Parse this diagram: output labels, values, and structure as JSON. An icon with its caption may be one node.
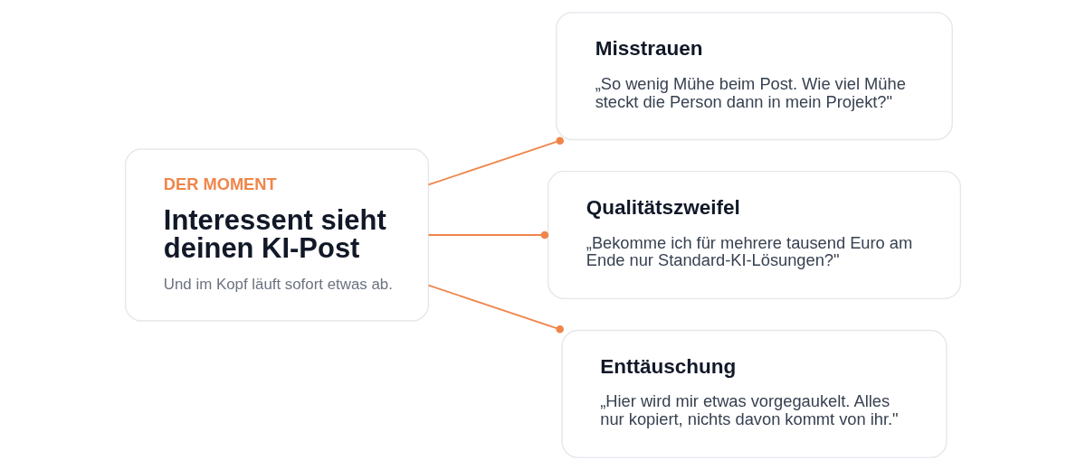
{
  "diagram": {
    "nodes": [
      {
        "text": [
          "DER MOMENT",
          "Interessent sieht deinen KI-Post",
          "Und im Kopf läuft sofort etwas ab."
        ]
      },
      {
        "text": [
          "Misstrauen",
          "„So wenig Mühe beim Post. Wie viel Mühe steckt die Person dann in mein Projekt?\""
        ]
      },
      {
        "text": [
          "Qualitätszweifel",
          "„Bekomme ich für mehrere tausend Euro am Ende nur Standard-KI-Lösungen?\""
        ]
      },
      {
        "text": [
          "Enttäuschung",
          "„Hier wird mir etwas vorgegaukelt. Alles nur kopiert, nichts davon kommt von ihr.\""
        ]
      }
    ],
    "edges": [
      {
        "from": 0,
        "to": 1,
        "arrow": "other"
      },
      {
        "from": 0,
        "to": 2,
        "arrow": "other"
      },
      {
        "from": 0,
        "to": 3,
        "arrow": "other"
      }
    ]
  }
}
